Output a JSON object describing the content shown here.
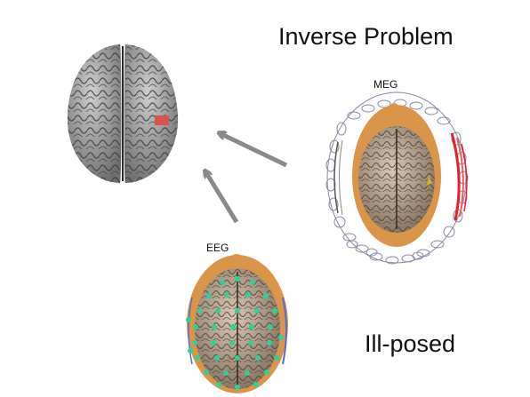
{
  "heading": "Inverse Problem",
  "subheading": "Ill-posed",
  "labels": {
    "meg": "MEG",
    "eeg": "EEG"
  },
  "colors": {
    "brain": "#8c8c8c",
    "head": "#d9954a",
    "source_patch": "#d9534f",
    "eeg_electrode": "#2ed19a",
    "meg_sensor": "#8a8aa8",
    "arrow": "#8a8a8a"
  }
}
